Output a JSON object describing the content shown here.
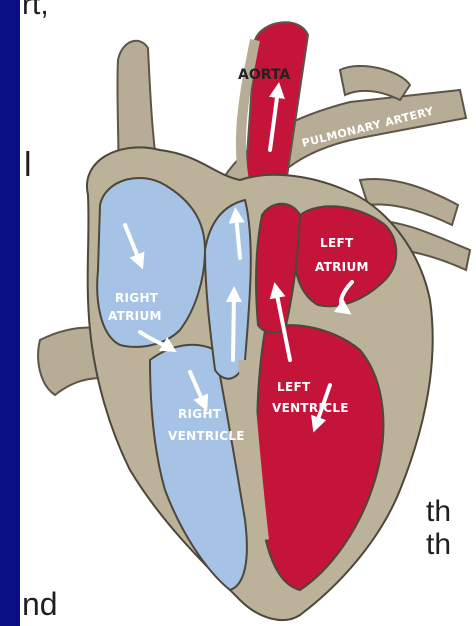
{
  "colors": {
    "background": "#0b0f86",
    "panel": "#ffffff",
    "vessel": "#b7ad96",
    "oxygen_poor": "#a6c3e6",
    "oxygen_rich": "#c4143a",
    "heart_wall": "#bcb29a"
  },
  "text_fragments": {
    "top_left": "rt,",
    "left_mid": "l",
    "bottom_left": "nd",
    "right_line_1": "th",
    "right_line_2": "th"
  },
  "diagram": {
    "labels": {
      "aorta": "AORTA",
      "pulmonary_artery": "PULMONARY ARTERY",
      "left_atrium_1": "LEFT",
      "left_atrium_2": "ATRIUM",
      "right_atrium_1": "RIGHT",
      "right_atrium_2": "ATRIUM",
      "left_ventricle_1": "LEFT",
      "left_ventricle_2": "VENTRICLE",
      "right_ventricle_1": "RIGHT",
      "right_ventricle_2": "VENTRICLE"
    }
  }
}
